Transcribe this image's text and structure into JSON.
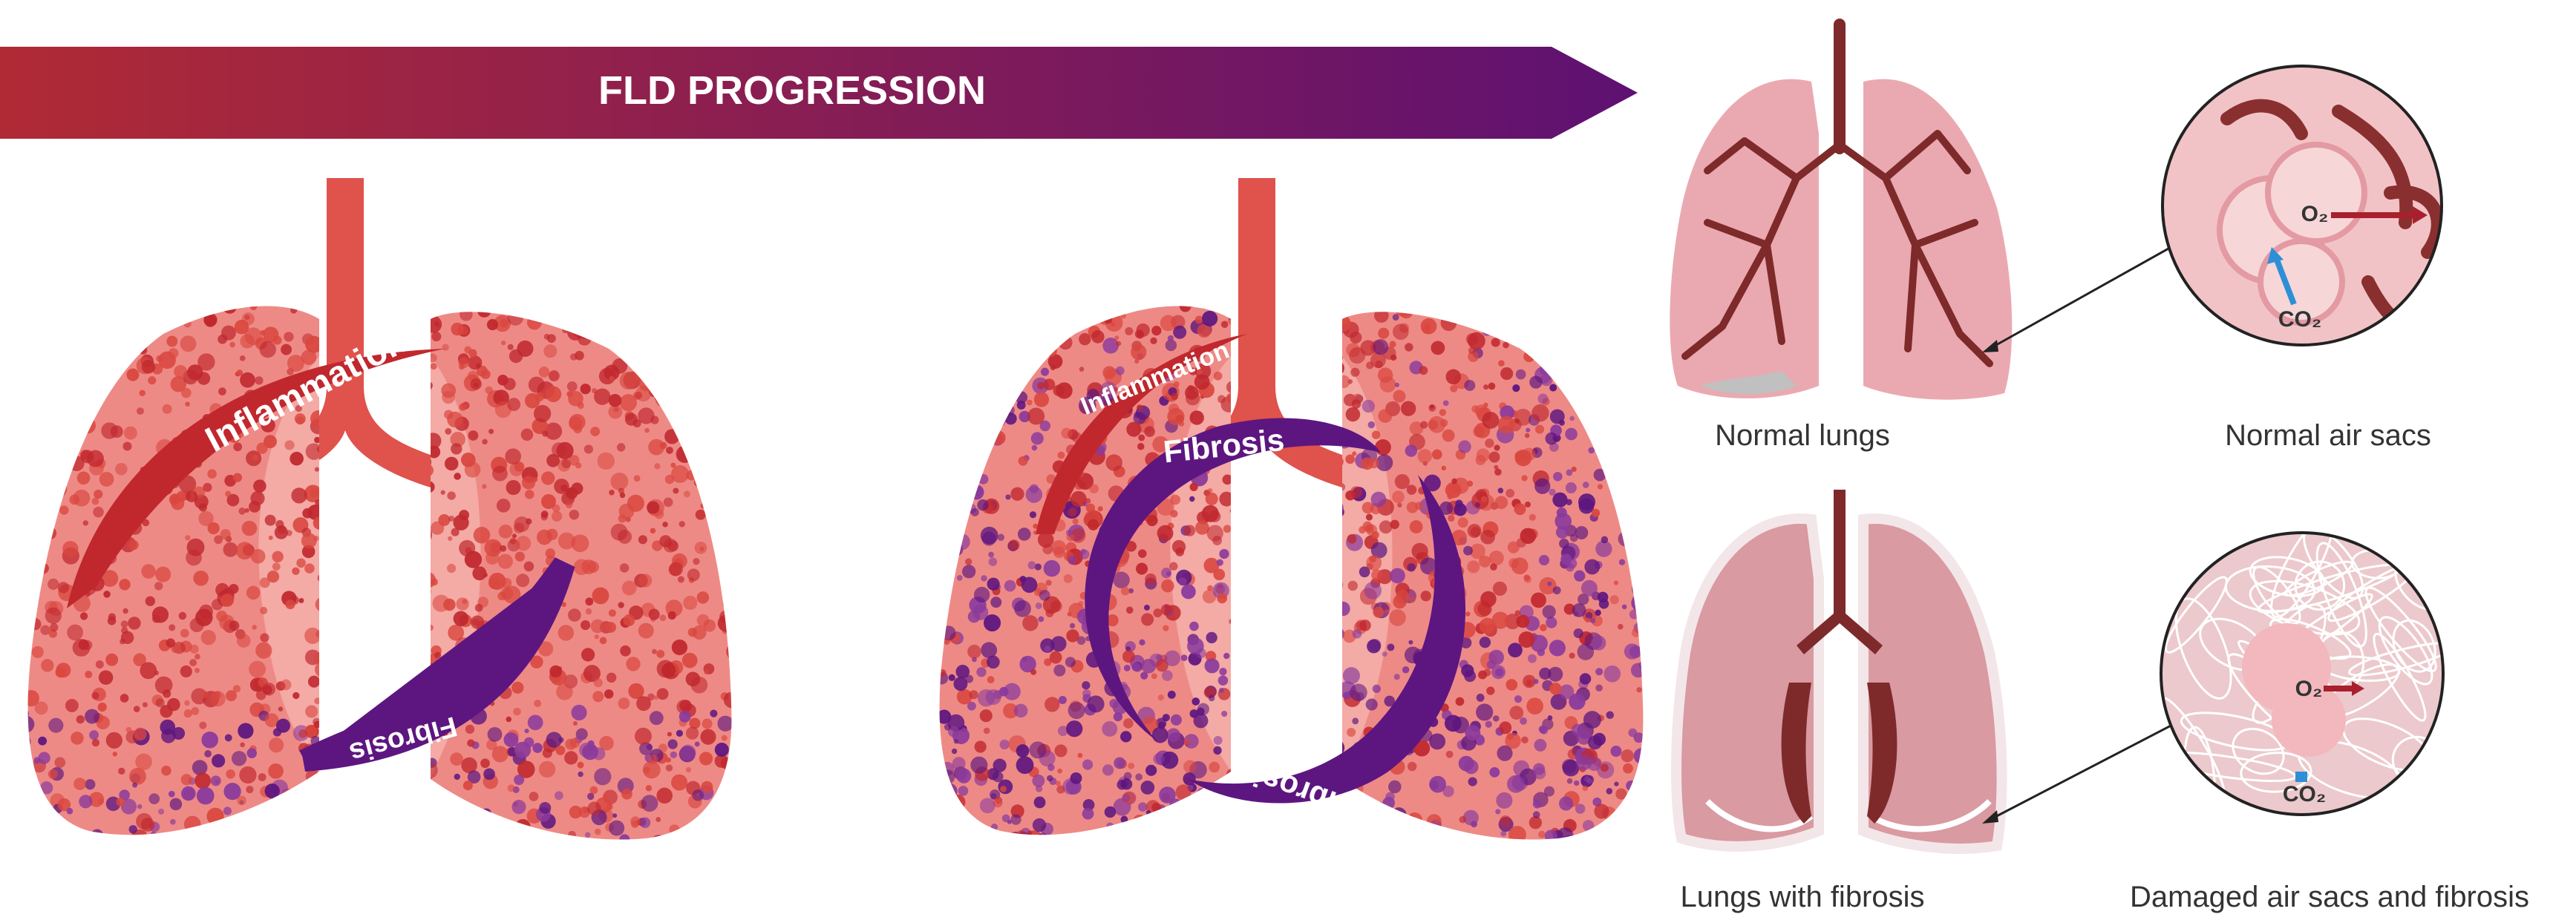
{
  "header": {
    "title": "FLD PROGRESSION"
  },
  "stage1": {
    "inflammation_label": "Inflammation",
    "fibrosis_label": "Fibrosis"
  },
  "stage2": {
    "inflammation_label": "Inflammation",
    "fibrosis_label_top": "Fibrosis",
    "fibrosis_label_bottom": "Fibrosis"
  },
  "comparison": {
    "normal_lungs": "Normal lungs",
    "normal_air_sacs": "Normal air sacs",
    "fibrosis_lungs": "Lungs with fibrosis",
    "damaged_air_sacs": "Damaged air sacs and fibrosis",
    "o2": "O₂",
    "co2": "CO₂"
  },
  "colors": {
    "arrow_start": "#b02a35",
    "arrow_end": "#5e1172",
    "inflammation": "#c0282e",
    "fibrosis": "#5d1680",
    "lung": "#ee8a86",
    "normal_lung": "#eaa9b0",
    "airway": "#7e2a2a"
  }
}
